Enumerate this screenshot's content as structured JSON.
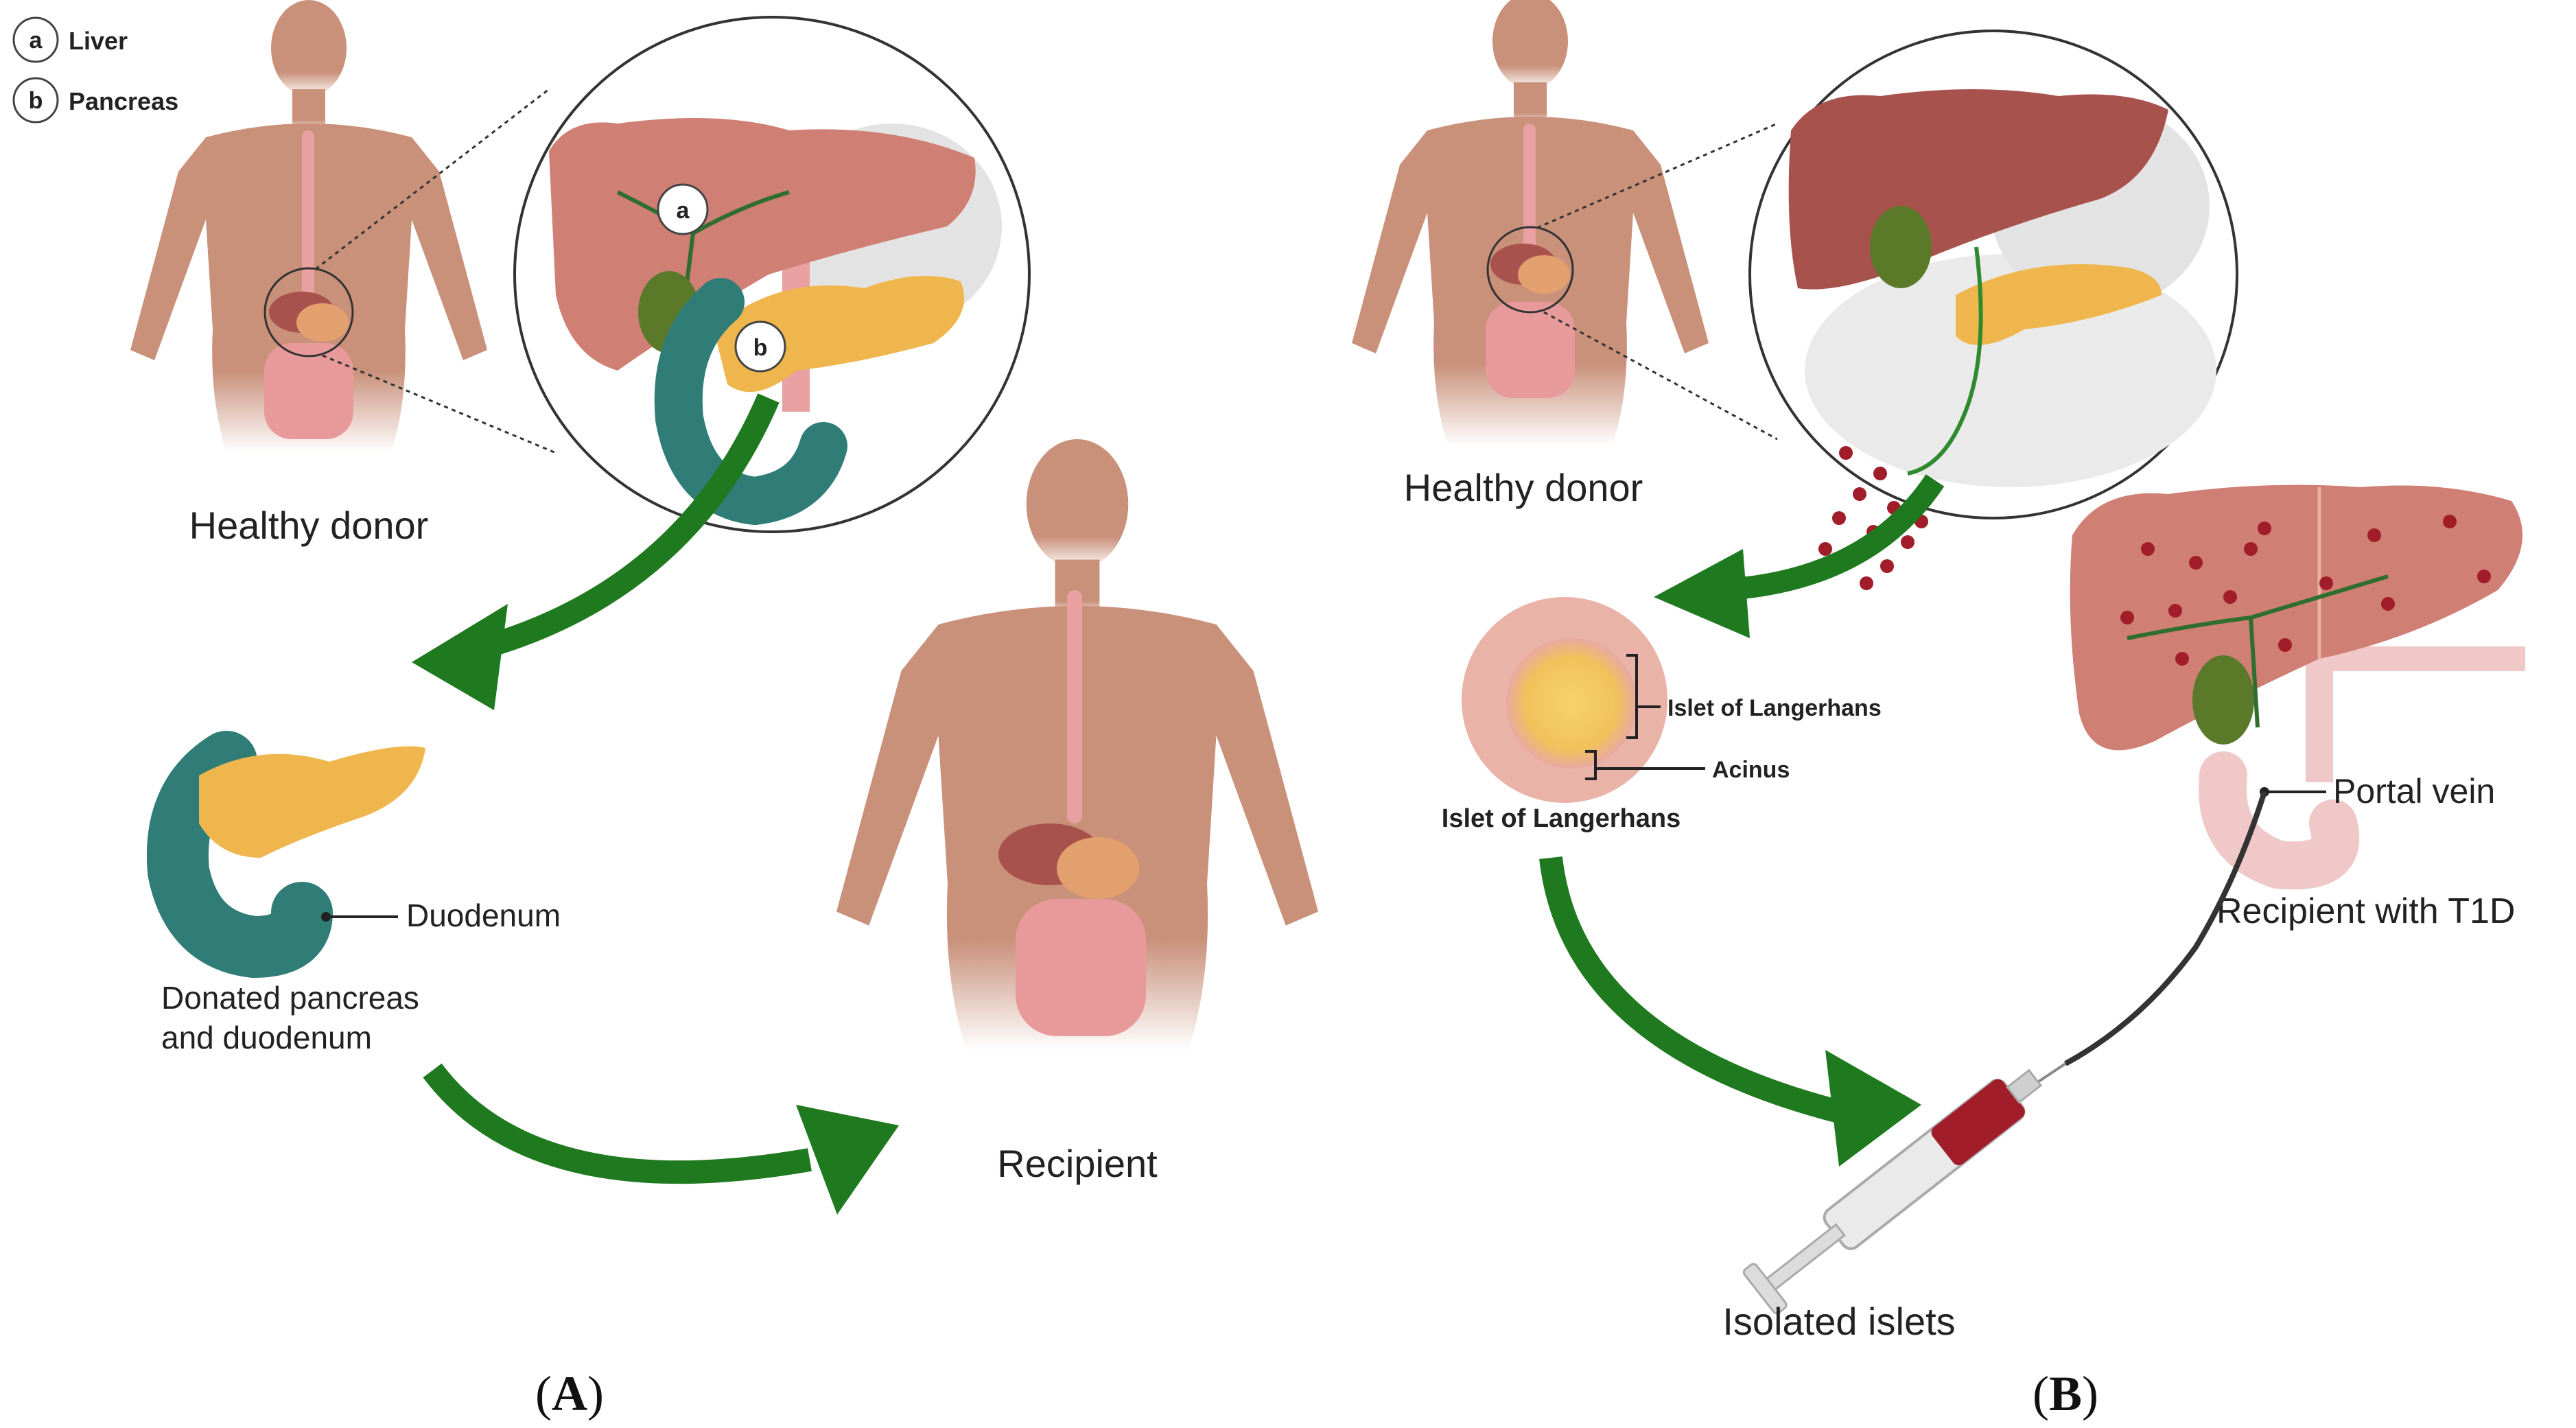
{
  "legend": {
    "items": [
      {
        "letter": "a",
        "label": "Liver"
      },
      {
        "letter": "b",
        "label": "Pancreas"
      }
    ]
  },
  "panel_a": {
    "letter": "A",
    "donor_label": "Healthy donor",
    "duodenum_label": "Duodenum",
    "donated_line1": "Donated pancreas",
    "donated_line2": "and duodenum",
    "recipient_label": "Recipient",
    "marker_a": "a",
    "marker_b": "b"
  },
  "panel_b": {
    "letter": "B",
    "donor_label": "Healthy donor",
    "islet_callout": "Islet of Langerhans",
    "acinus_callout": "Acinus",
    "islet_caption": "Islet of Langerhans",
    "portal_vein_label": "Portal vein",
    "recipient_label": "Recipient with T1D",
    "isolated_label": "Isolated islets"
  },
  "colors": {
    "skin": "#c9907a",
    "skin_dark": "#b57b66",
    "liver": "#cf7f73",
    "liver_dark": "#a8524d",
    "pancreas": "#f0b64e",
    "duodenum": "#2f7d76",
    "arrow": "#1f7a1f",
    "islet_dot": "#a11d2a",
    "vessel": "#e8a0a0",
    "intestine": "#e89a9a"
  }
}
